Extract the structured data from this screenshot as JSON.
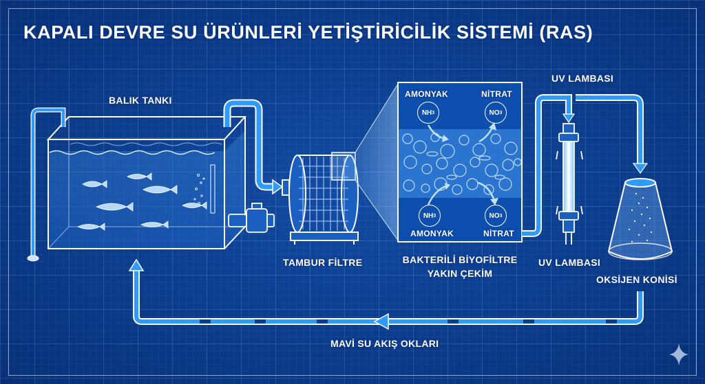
{
  "title": "KAPALI DEVRE SU ÜRÜNLERİ YETİŞTİRİCİLİK SİSTEMİ (RAS)",
  "labels": {
    "fish_tank": "BALIK TANKI",
    "drum_filter": "TAMBUR FİLTRE",
    "biofilter_line1": "BAKTERİLİ BİYOFİLTRE",
    "biofilter_line2": "YAKIN ÇEKİM",
    "uv_lamp_top": "UV LAMBASI",
    "uv_lamp_bottom": "UV LAMBASI",
    "oxygen_cone": "OKSİJEN KONİSİ",
    "flow_arrows": "MAVİ SU AKIŞ OKLARI"
  },
  "biofilter_zoom": {
    "top_left": {
      "name": "AMONYAK",
      "symbol": "NH",
      "subscript": "3"
    },
    "top_right": {
      "name": "NİTRAT",
      "symbol": "NO",
      "subscript": "3"
    },
    "bottom_left": {
      "name": "AMONYAK",
      "symbol": "NH",
      "subscript": "3"
    },
    "bottom_right": {
      "name": "NİTRAT",
      "symbol": "NO",
      "subscript": "3"
    }
  },
  "colors": {
    "background": "#0b3f91",
    "pipe": "#2f9bff",
    "line": "#ffffff"
  },
  "icons": [
    "fish-icon",
    "drum-filter-icon",
    "uv-lamp-icon",
    "oxygen-cone-icon",
    "sparkle-icon"
  ]
}
